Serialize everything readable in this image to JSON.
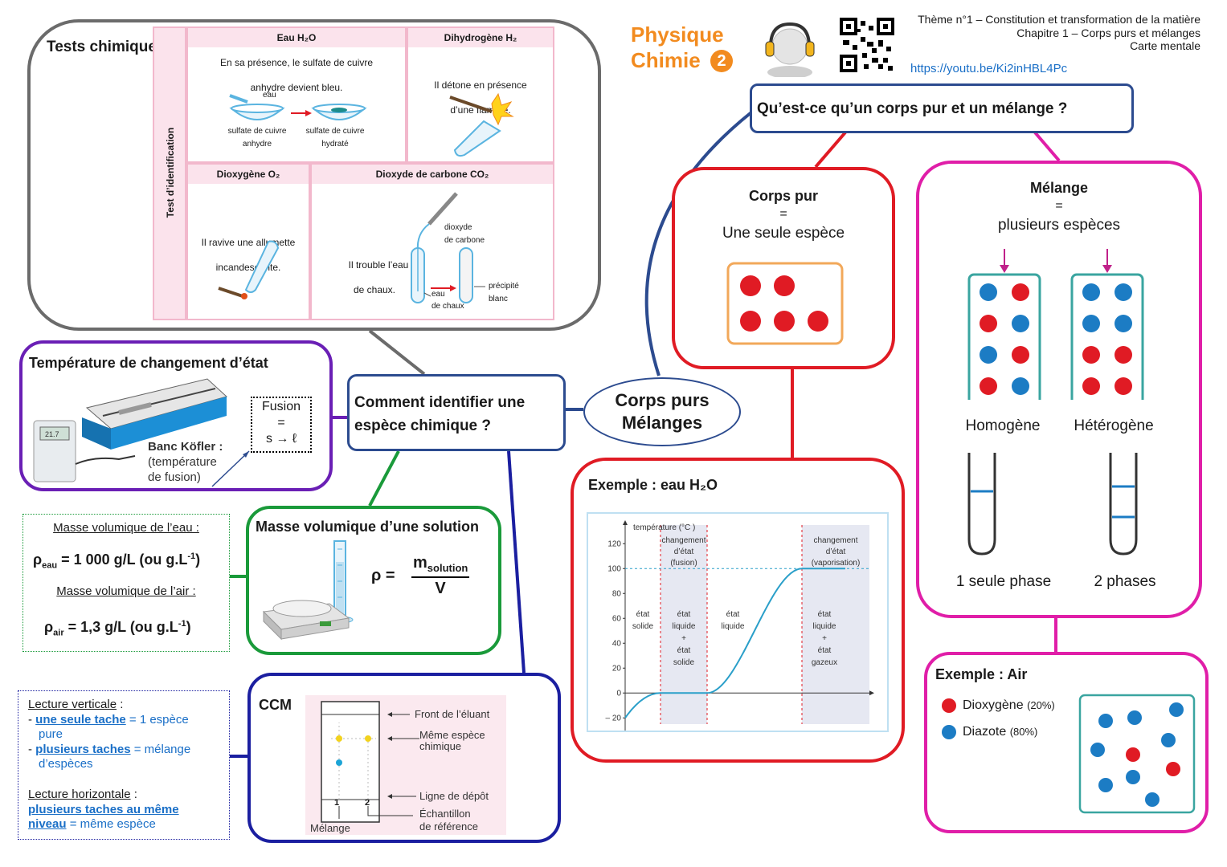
{
  "header": {
    "logo_line1": "Physique",
    "logo_line2": "Chimie",
    "logo_badge": "2",
    "theme": "Thème n°1 –  Constitution et transformation de la matière",
    "chapter": "Chapitre 1 – Corps purs et mélanges",
    "doc_type": "Carte mentale",
    "video_link": "https://youtu.be/Ki2inHBL4Pc"
  },
  "center": {
    "line1": "Corps purs",
    "line2": "Mélanges"
  },
  "question_left": {
    "line1": "Comment identifier une",
    "line2": "espèce chimique ?"
  },
  "question_right": "Qu’est-ce qu’un corps pur et un mélange ?",
  "tests": {
    "title": "Tests chimiques",
    "side_label": "Test d’identification",
    "water": {
      "header": "Eau H₂O",
      "text1": "En sa présence, le sulfate de cuivre",
      "text2": "anhydre devient bleu.",
      "label_water": "eau",
      "label_left1": "sulfate de cuivre",
      "label_left2": "anhydre",
      "label_right1": "sulfate de cuivre",
      "label_right2": "hydraté"
    },
    "hydrogen": {
      "header": "Dihydrogène H₂",
      "text1": "Il détone en présence",
      "text2": "d’une flamme."
    },
    "oxygen": {
      "header": "Dioxygène O₂",
      "text1": "Il ravive une allumette",
      "text2": "incandescente."
    },
    "co2": {
      "header": "Dioxyde de carbone CO₂",
      "text1": "Il trouble l’eau",
      "text2": "de chaux.",
      "label_co2_1": "dioxyde",
      "label_co2_2": "de carbone",
      "label_lime1": "eau",
      "label_lime2": "de chaux",
      "label_prec1": "précipité",
      "label_prec2": "blanc"
    }
  },
  "temperature": {
    "title": "Température de changement d’état",
    "display": "21.7",
    "kofler1": "Banc Köfler :",
    "kofler2": "(température",
    "kofler3": "de fusion)",
    "fusion1": "Fusion",
    "fusion2": "=",
    "fusion3": "s → ℓ"
  },
  "densities": {
    "water_label": "Masse volumique de l’eau :",
    "water_rho": "ρ",
    "water_sub": "eau",
    "water_value": " = 1 000 g/L (ou g.L",
    "water_exp": "-1",
    "water_end": ")",
    "air_label": "Masse volumique de l’air :",
    "air_rho": "ρ",
    "air_sub": "air",
    "air_value": " = 1,3 g/L (ou g.L",
    "air_exp": "-1",
    "air_end": ")"
  },
  "mass_density": {
    "title": "Masse volumique d’une solution",
    "rho": "ρ =",
    "num": "m",
    "num_sub": "solution",
    "den": "V"
  },
  "reading": {
    "vertical_title": "Lecture verticale",
    "colon": " :",
    "v1_link": "une seule tache",
    "v1_rest": " = 1 espèce",
    "v1_rest2": "pure",
    "v2_link": "plusieurs taches",
    "v2_rest": " = mélange",
    "v2_rest2": "d’espèces",
    "dash": "-",
    "horizontal_title": "Lecture horizontale",
    "h_link1": "plusieurs taches au même ",
    "h_link2": "niveau",
    "h_rest": " =  même espèce"
  },
  "ccm": {
    "title": "CCM",
    "front": "Front de l’éluant",
    "same1": "Même espèce",
    "same2": "chimique",
    "line": "Ligne de dépôt",
    "ref1": "Échantillon",
    "ref2": "de référence",
    "mix": "Mélange",
    "n1": "1",
    "n2": "2"
  },
  "pure": {
    "title": "Corps pur",
    "eq": "=",
    "desc": "Une seule espèce"
  },
  "mixture": {
    "title": "Mélange",
    "eq": "=",
    "desc": "plusieurs espèces",
    "homo": "Homogène",
    "hetero": "Hétérogène",
    "one_phase": "1 seule phase",
    "two_phases": "2 phases"
  },
  "example_water": {
    "title": "Exemple : eau H₂O"
  },
  "example_air": {
    "title": "Exemple : Air",
    "o2": "Dioxygène",
    "o2_pct": "(20%)",
    "n2": "Diazote",
    "n2_pct": "(80%)"
  },
  "chart_data": {
    "type": "line",
    "ylabel": "température (°C )",
    "xlabel": "",
    "ylim": [
      -25,
      135
    ],
    "yticks": [
      -20,
      0,
      20,
      40,
      60,
      80,
      100,
      120
    ],
    "ytick_labels": [
      "– 20",
      "0",
      "20",
      "40",
      "60",
      "80",
      "100",
      "120"
    ],
    "series": [
      {
        "values_y": [
          -20,
          0,
          0,
          100,
          100
        ]
      }
    ],
    "phases": [
      {
        "lines": [
          "état",
          "solide"
        ]
      },
      {
        "lines": [
          "état",
          "liquide",
          "+",
          "état",
          "solide"
        ]
      },
      {
        "lines": [
          "état",
          "liquide"
        ]
      },
      {
        "lines": [
          "état",
          "liquide",
          "+",
          "état",
          "gazeux"
        ]
      }
    ],
    "annotations": [
      {
        "lines": [
          "changement",
          "d’état",
          "(fusion)"
        ]
      },
      {
        "lines": [
          "changement",
          "d’état",
          "(vaporisation)"
        ]
      }
    ],
    "grid": false
  },
  "colors": {
    "blue_frame": "#2c4b8f",
    "red_frame": "#e01b24",
    "magenta_frame": "#e01ea8",
    "purple_frame": "#6a1fb5",
    "green_frame": "#1a9a3a",
    "navy_frame": "#1b1fa0",
    "gray_frame": "#6b6b6b",
    "red_dot": "#e01b24",
    "blue_dot": "#1c7cc4",
    "orange_logo": "#f28b1f"
  }
}
